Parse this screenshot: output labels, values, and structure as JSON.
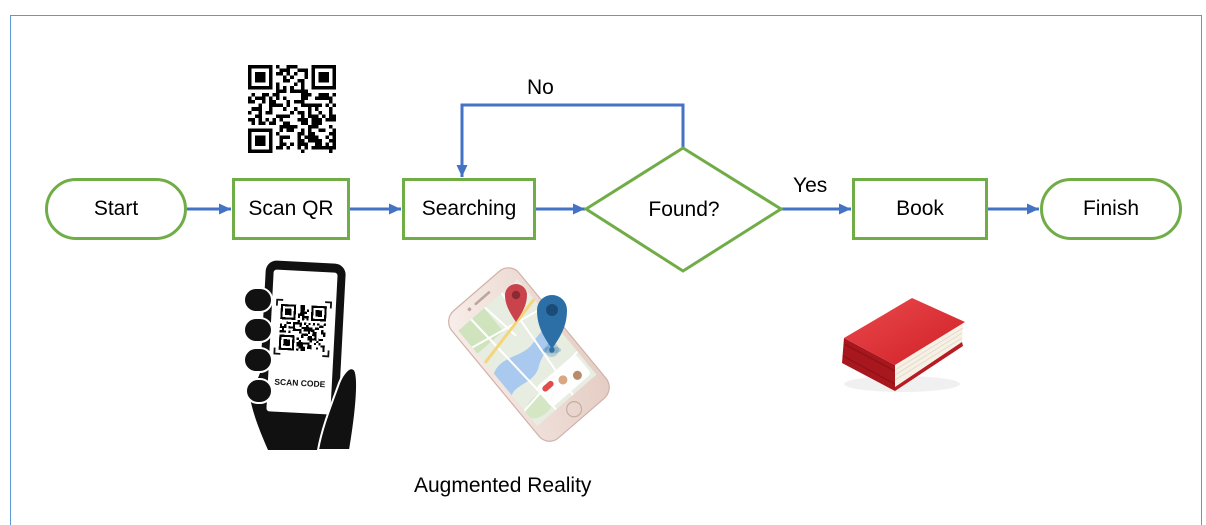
{
  "diagram": {
    "nodes": {
      "start": "Start",
      "scan_qr": "Scan QR",
      "searching": "Searching",
      "found": "Found?",
      "book": "Book",
      "finish": "Finish"
    },
    "edge_labels": {
      "no": "No",
      "yes": "Yes"
    },
    "caption": "Augmented Reality",
    "illustrations": {
      "qr_code": {
        "icon": "qr-code-icon"
      },
      "hand_phone": {
        "icon": "hand-holding-phone-icon",
        "screen_text": "SCAN CODE"
      },
      "map_phone": {
        "icon": "map-phone-icon"
      },
      "book": {
        "icon": "book-icon"
      }
    }
  },
  "colors": {
    "node_border": "#70AD47",
    "arrow": "#4472C4",
    "frame": "#5B9BD5",
    "text": "#000000"
  }
}
